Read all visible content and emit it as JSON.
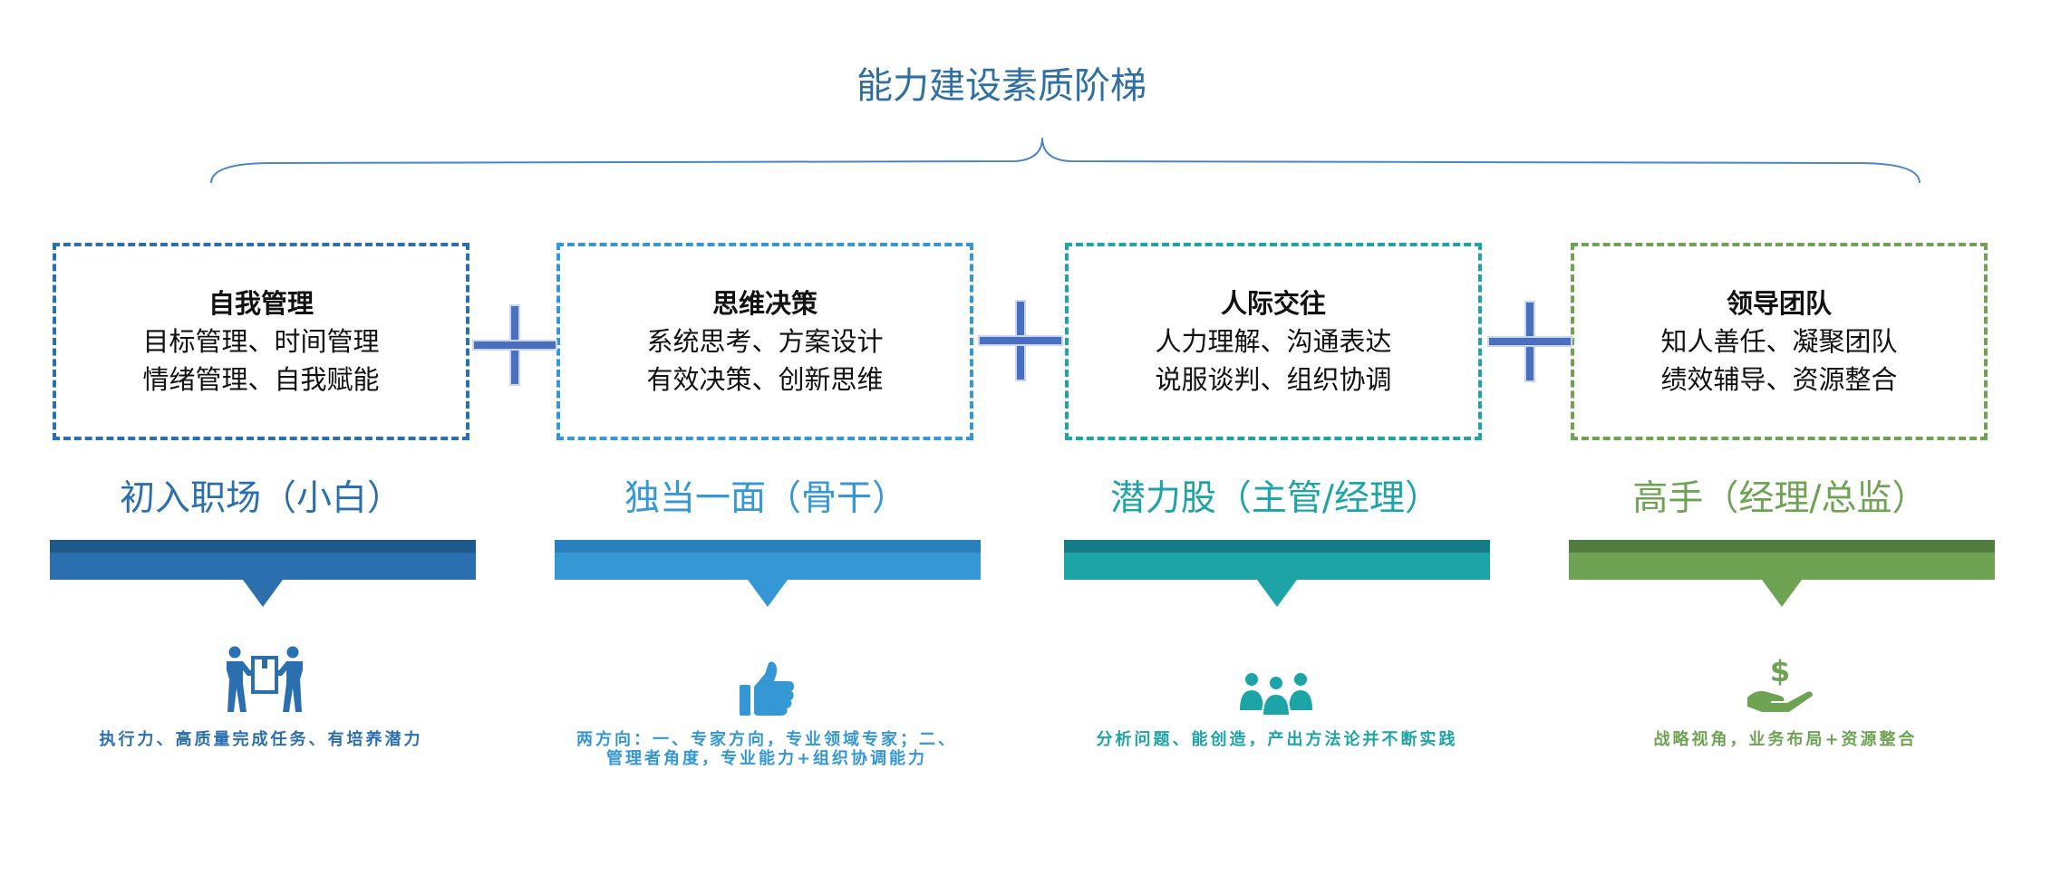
{
  "title": "能力建设素质阶梯",
  "columns": [
    {
      "box_title": "自我管理",
      "box_lines": [
        "目标管理、时间管理",
        "情绪管理、自我赋能"
      ],
      "stage": "初入职场（小白）",
      "description_lines": [
        "执行力、高质量完成任务、有培养潜力"
      ],
      "icon": "movers-carrying-box-icon",
      "color": "#2c6fae",
      "dark_color": "#1d5a8a"
    },
    {
      "box_title": "思维决策",
      "box_lines": [
        "系统思考、方案设计",
        "有效决策、创新思维"
      ],
      "stage": "独当一面（骨干）",
      "description_lines": [
        "两方向：一、专家方向，专业领域专家；二、",
        "管理者角度，专业能力+组织协调能力"
      ],
      "icon": "thumbs-up-icon",
      "color": "#3597d4",
      "dark_color": "#2a7fbd"
    },
    {
      "box_title": "人际交往",
      "box_lines": [
        "人力理解、沟通表达",
        "说服谈判、组织协调"
      ],
      "stage": "潜力股（主管/经理）",
      "description_lines": [
        "分析问题、能创造，产出方法论并不断实践"
      ],
      "icon": "team-people-icon",
      "color": "#1da4a7",
      "dark_color": "#167d86"
    },
    {
      "box_title": "领导团队",
      "box_lines": [
        "知人善任、凝聚团队",
        "绩效辅导、资源整合"
      ],
      "stage": "高手（经理/总监）",
      "description_lines": [
        "战略视角，业务布局+资源整合"
      ],
      "icon": "money-in-hand-icon",
      "color": "#6ea353",
      "dark_color": "#517c3f"
    }
  ],
  "plus_color": "#4a6fc0"
}
